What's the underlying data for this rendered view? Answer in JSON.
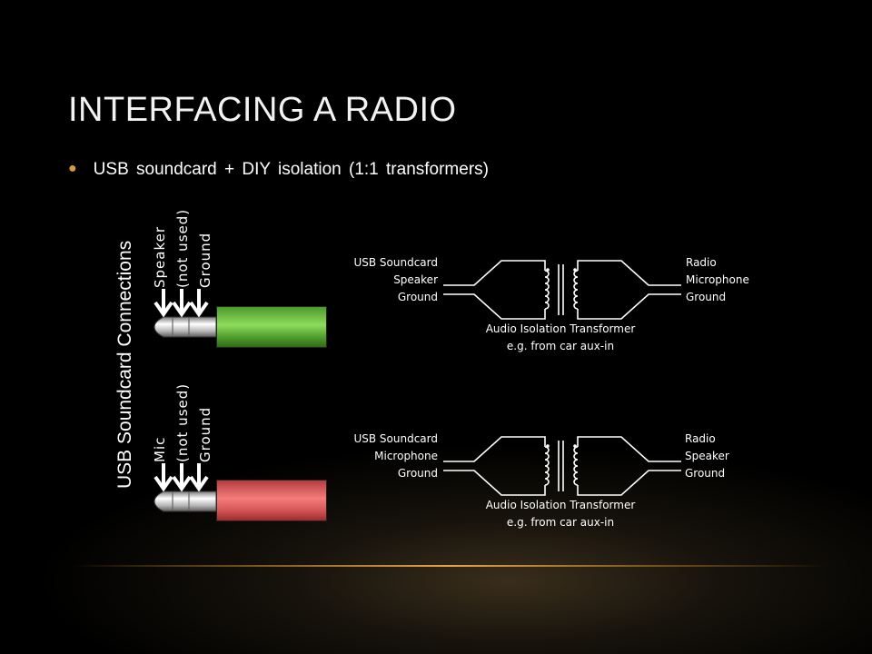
{
  "slide": {
    "title": "INTERFACING A RADIO",
    "bullet": "USB soundcard  + DIY isolation  (1:1  transformers)",
    "side_title": "USB Soundcard Connections"
  },
  "plugs": [
    {
      "name": "speaker-plug",
      "color": "#6fc243",
      "pins": [
        "Speaker",
        "(not used)",
        "Ground"
      ]
    },
    {
      "name": "mic-plug",
      "color": "#ef6b6b",
      "pins": [
        "Mic",
        "(not used)",
        "Ground"
      ]
    }
  ],
  "circuits": [
    {
      "left": [
        "USB Soundcard",
        "Speaker",
        "Ground"
      ],
      "right": [
        "Radio",
        "Microphone",
        "Ground"
      ],
      "caption": [
        "Audio Isolation Transformer",
        "e.g. from car aux-in"
      ]
    },
    {
      "left": [
        "USB Soundcard",
        "Microphone",
        "Ground"
      ],
      "right": [
        "Radio",
        "Speaker",
        "Ground"
      ],
      "caption": [
        "Audio Isolation Transformer",
        "e.g. from car aux-in"
      ]
    }
  ],
  "colors": {
    "accent": "#d79c3c",
    "plug_green": "#6fc243",
    "plug_red": "#ef6b6b",
    "text": "#ffffff"
  }
}
